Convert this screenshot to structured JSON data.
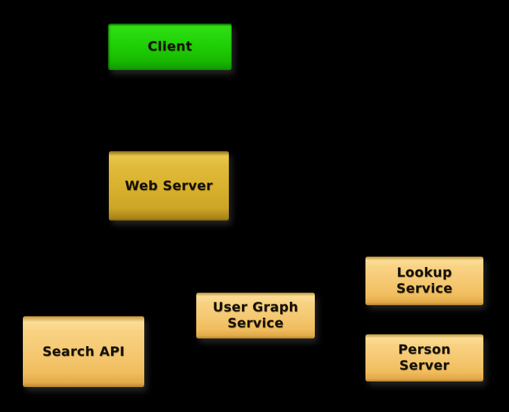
{
  "diagram": {
    "background_color": "#000000",
    "label_text_color": "#161208",
    "node_colors": {
      "client_green": "#24d409",
      "web_server_gold": "#d9b22e",
      "service_tan": "#f5c973"
    },
    "nodes": [
      {
        "id": "client",
        "lines": [
          "Client"
        ],
        "fill": "#24d409"
      },
      {
        "id": "web-server",
        "lines": [
          "Web Server"
        ],
        "fill": "#d9b22e"
      },
      {
        "id": "search-api",
        "lines": [
          "Search API"
        ],
        "fill": "#f5c973"
      },
      {
        "id": "user-graph-service",
        "lines": [
          "User Graph",
          "Service"
        ],
        "fill": "#f5c973"
      },
      {
        "id": "lookup-service",
        "lines": [
          "Lookup",
          "Service"
        ],
        "fill": "#f5c973"
      },
      {
        "id": "person-server",
        "lines": [
          "Person",
          "Server"
        ],
        "fill": "#f5c973"
      }
    ]
  }
}
